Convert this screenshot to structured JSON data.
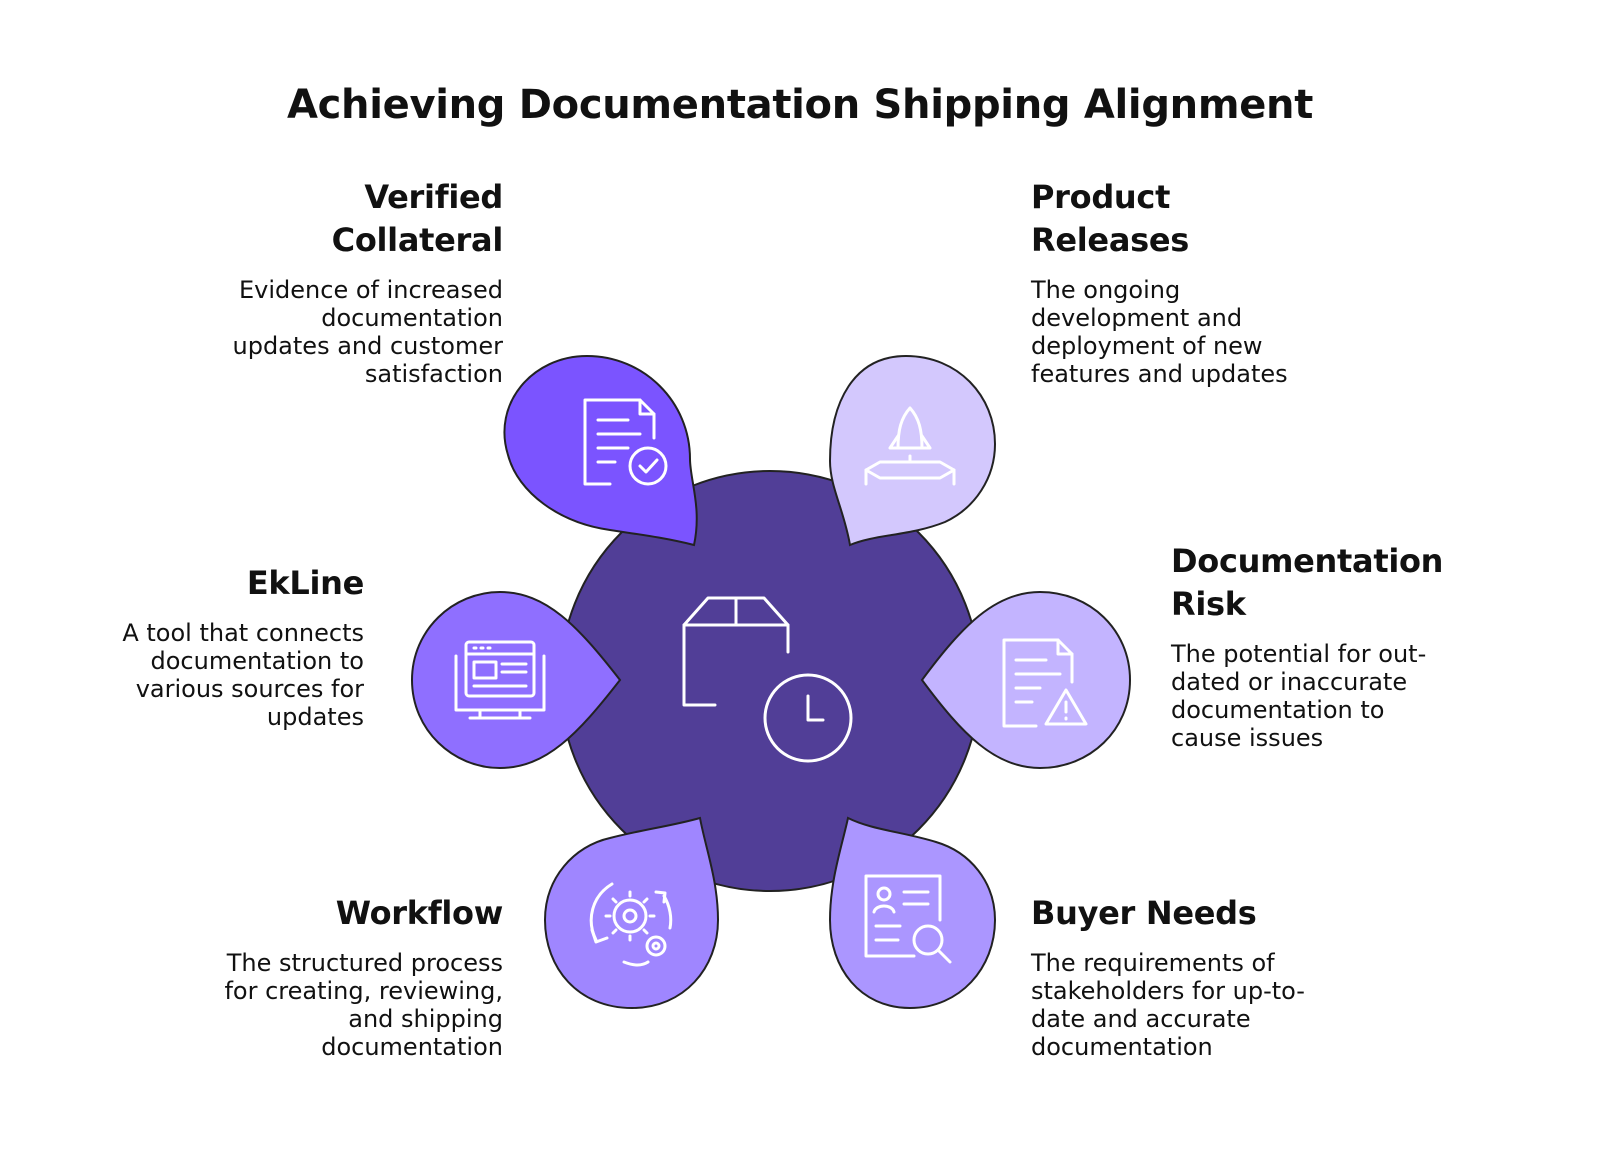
{
  "title": "Achieving Documentation Shipping Alignment",
  "colors": {
    "center": "#513e97",
    "verified_collateral": "#7b54ff",
    "product_releases": "#d3c8fd",
    "ekline": "#8f6fff",
    "documentation_risk": "#c3b4ff",
    "workflow": "#9f86ff",
    "buyer_needs": "#ab96ff",
    "outline": "#222222",
    "icon_stroke": "#ffffff"
  },
  "center": {
    "icon": "package-clock-icon"
  },
  "items": {
    "verified_collateral": {
      "title": "Verified Collateral",
      "lines": [
        "Evidence of increased",
        "documentation",
        "updates and customer",
        "satisfaction"
      ],
      "icon": "document-check-icon"
    },
    "product_releases": {
      "title": "Product Releases",
      "lines": [
        "The ongoing",
        "development and",
        "deployment of new",
        "features and updates"
      ],
      "icon": "rocket-launch-icon"
    },
    "ekline": {
      "title": "EkLine",
      "lines": [
        "A tool that connects",
        "documentation to",
        "various sources for",
        "updates"
      ],
      "icon": "monitor-browser-icon"
    },
    "documentation_risk": {
      "title": "Documentation Risk",
      "lines": [
        "The potential for out-",
        "dated or inaccurate",
        "documentation to",
        "cause issues"
      ],
      "icon": "document-warning-icon"
    },
    "workflow": {
      "title": "Workflow",
      "lines": [
        "The structured process",
        "for creating, reviewing,",
        "and shipping",
        "documentation"
      ],
      "icon": "gears-cycle-icon"
    },
    "buyer_needs": {
      "title": "Buyer Needs",
      "lines": [
        "The requirements of",
        "stakeholders for up-to-",
        "date and accurate",
        "documentation"
      ],
      "icon": "profile-search-icon"
    }
  }
}
